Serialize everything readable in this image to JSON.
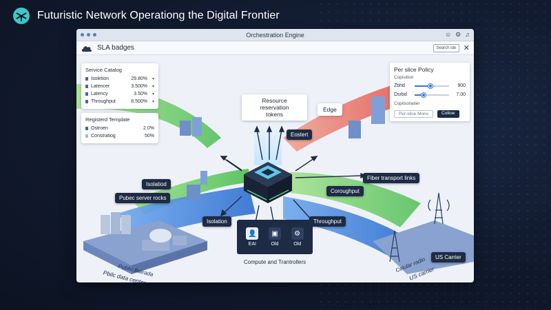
{
  "app": {
    "title": "Futuristic Network Operationg the Digital Frontier",
    "logo_icon": "network-logo-icon"
  },
  "window": {
    "title": "Orchestration Engine",
    "titlebar_icons": [
      "smile-icon",
      "settings-icon",
      "headset-icon"
    ]
  },
  "toolbar": {
    "label": "SLA badges",
    "search_text": "Search ide"
  },
  "service_catalog": {
    "title": "Service Catalog",
    "rows": [
      {
        "label": "Isoletion",
        "value": "29.80%"
      },
      {
        "label": "Latencer",
        "value": "3.500%"
      },
      {
        "label": "Latency",
        "value": "3.50%"
      },
      {
        "label": "Throughput",
        "value": "8.500%"
      }
    ]
  },
  "registered_template": {
    "title": "Registerd Template",
    "rows": [
      {
        "label": "Ostroen",
        "value": "2.0%"
      },
      {
        "label": "Constratiog",
        "value": "50%"
      }
    ]
  },
  "policy": {
    "title": "Per slice Policy",
    "subtitle": "Copisition",
    "sliders": [
      {
        "label": "Zbhd",
        "value": "900",
        "level": 0.45
      },
      {
        "label": "Dsrbd",
        "value": "7.00",
        "level": 0.25
      }
    ],
    "section": "Copitsoliatier",
    "input_placeholder": "Per-slice Mons",
    "button": "Collow"
  },
  "labels": {
    "resource": "Resource reservation\ntokens",
    "edge": "Edge",
    "eostert": "Eostert",
    "fiber": "Fiber transport links",
    "coroughput": "Coroughput",
    "throughput": "Throughput",
    "isolation_pill": "Isolatiod",
    "pubec": "Pubec server rocks",
    "isolation_center": "Isolation",
    "us_carrier": "US Carrier"
  },
  "compute": {
    "items": [
      {
        "label": "EAI",
        "icon": "user-icon"
      },
      {
        "label": "Old",
        "icon": "box-icon"
      },
      {
        "label": "Old",
        "icon": "gear-icon"
      }
    ],
    "caption": "Compute and Trantrollers"
  },
  "ground": {
    "left_a": "Public Batrada",
    "left_b": "Pbilc data center",
    "right_a": "Celular radio",
    "right_b": "US carrier"
  },
  "colors": {
    "green_slice": "#7fd36a",
    "red_slice": "#e86a5c",
    "blue_slice": "#4f8ee0",
    "dark_navy": "#1d2b45"
  }
}
